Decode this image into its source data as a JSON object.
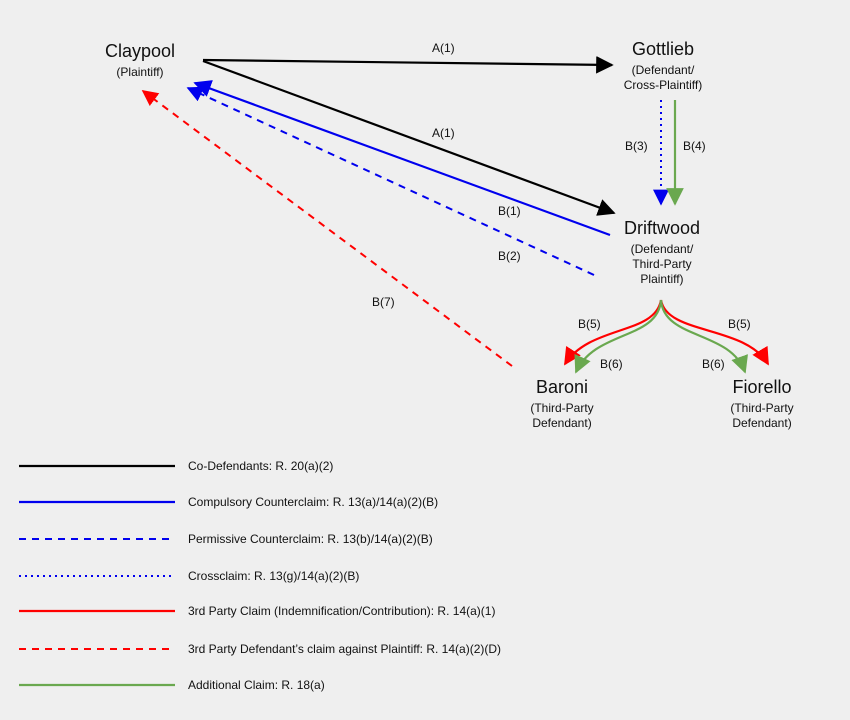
{
  "colors": {
    "black": "#000000",
    "blue": "#0000ee",
    "red": "#ff0000",
    "green": "#6aa84f",
    "background": "#efefef"
  },
  "parties": {
    "claypool": {
      "name": "Claypool",
      "role": [
        "(Plaintiff)"
      ]
    },
    "gottlieb": {
      "name": "Gottlieb",
      "role": [
        "(Defendant/",
        "Cross-Plaintiff)"
      ]
    },
    "driftwood": {
      "name": "Driftwood",
      "role": [
        "(Defendant/",
        "Third-Party",
        "Plaintiff)"
      ]
    },
    "baroni": {
      "name": "Baroni",
      "role": [
        "(Third-Party",
        "Defendant)"
      ]
    },
    "fiorello": {
      "name": "Fiorello",
      "role": [
        "(Third-Party",
        "Defendant)"
      ]
    }
  },
  "edges": {
    "a1_top": {
      "label": "A(1)",
      "from": "Claypool",
      "to": "Gottlieb",
      "style": "co-defendants"
    },
    "a1_diag": {
      "label": "A(1)",
      "from": "Claypool",
      "to": "Driftwood",
      "style": "co-defendants"
    },
    "b1": {
      "label": "B(1)",
      "from": "Driftwood",
      "to": "Claypool",
      "style": "compulsory"
    },
    "b2": {
      "label": "B(2)",
      "from": "Driftwood",
      "to": "Claypool",
      "style": "permissive"
    },
    "b3": {
      "label": "B(3)",
      "from": "Gottlieb",
      "to": "Driftwood",
      "style": "crossclaim"
    },
    "b4": {
      "label": "B(4)",
      "from": "Gottlieb",
      "to": "Driftwood",
      "style": "additional"
    },
    "b5_left": {
      "label": "B(5)",
      "from": "Driftwood",
      "to": "Baroni",
      "style": "third-party"
    },
    "b5_right": {
      "label": "B(5)",
      "from": "Driftwood",
      "to": "Fiorello",
      "style": "third-party"
    },
    "b6_left": {
      "label": "B(6)",
      "from": "Driftwood",
      "to": "Baroni",
      "style": "additional"
    },
    "b6_right": {
      "label": "B(6)",
      "from": "Driftwood",
      "to": "Fiorello",
      "style": "additional"
    },
    "b7": {
      "label": "B(7)",
      "from": "Baroni",
      "to": "Claypool",
      "style": "third-party-vs-plaintiff"
    }
  },
  "legend": [
    {
      "label": "Co-Defendants: R. 20(a)(2)",
      "color": "#000000",
      "dash": "solid"
    },
    {
      "label": "Compulsory Counterclaim: R. 13(a)/14(a)(2)(B)",
      "color": "#0000ee",
      "dash": "solid"
    },
    {
      "label": "Permissive Counterclaim: R. 13(b)/14(a)(2)(B)",
      "color": "#0000ee",
      "dash": "dashed"
    },
    {
      "label": "Crossclaim: R. 13(g)/14(a)(2)(B)",
      "color": "#0000ee",
      "dash": "dotted"
    },
    {
      "label": "3rd Party Claim (Indemnification/Contribution): R. 14(a)(1)",
      "color": "#ff0000",
      "dash": "solid"
    },
    {
      "label": "3rd Party Defendant’s claim against Plaintiff: R. 14(a)(2)(D)",
      "color": "#ff0000",
      "dash": "dashed"
    },
    {
      "label": "Additional Claim: R. 18(a)",
      "color": "#6aa84f",
      "dash": "solid"
    }
  ]
}
